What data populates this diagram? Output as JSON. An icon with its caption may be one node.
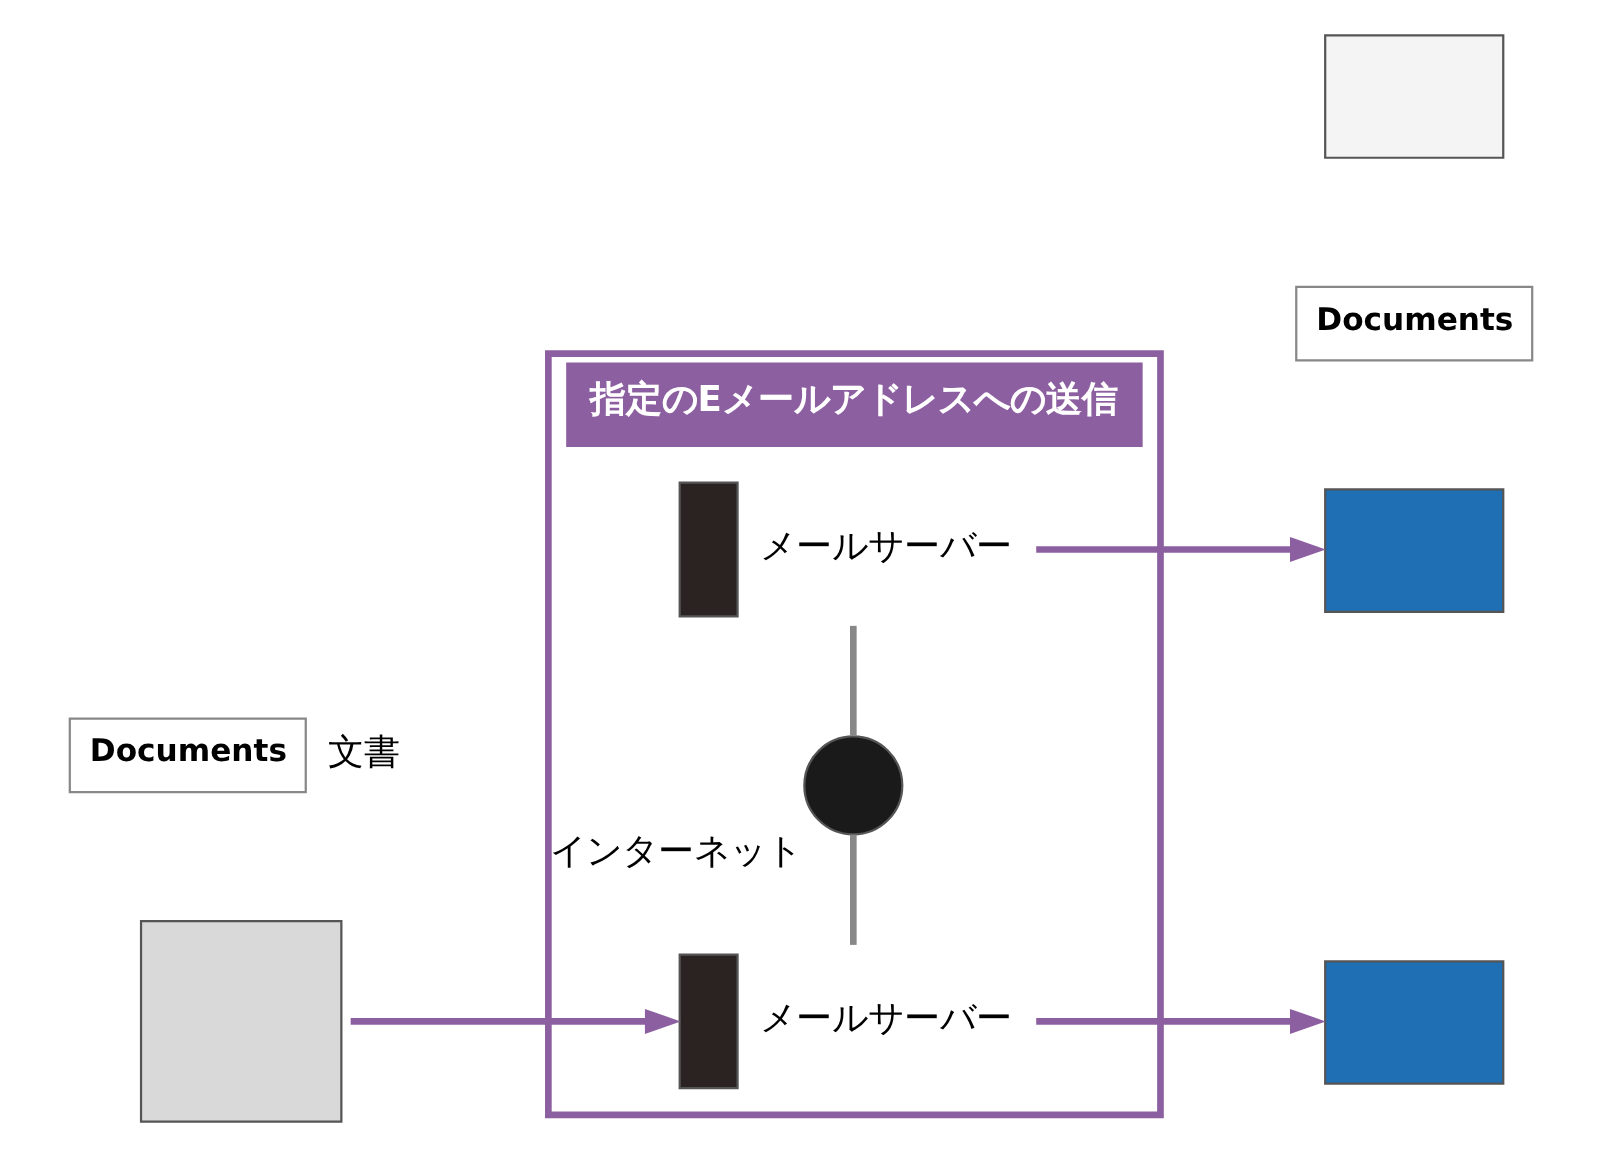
{
  "diagram": {
    "nodes": [
      {
        "text": [],
        "shape": "box"
      },
      {
        "text": [
          "Documents"
        ],
        "beside": [
          "文書"
        ]
      },
      {
        "text": [
          "指定のEメールアドレスへの送信"
        ]
      },
      {
        "text": [],
        "shape": "box",
        "in": 2,
        "beside": [
          "メールサーバー"
        ]
      },
      {
        "text": [],
        "shape": "circle",
        "in": 2,
        "beside": [
          "インターネット"
        ]
      },
      {
        "text": [],
        "shape": "box",
        "in": 2,
        "beside": [
          "メールサーバー"
        ]
      },
      {
        "text": [],
        "shape": "box"
      },
      {
        "text": [
          "Documents"
        ]
      },
      {
        "text": [],
        "shape": "box"
      },
      {
        "text": [],
        "shape": "box"
      }
    ],
    "edges": [
      {
        "from": 0,
        "to": 3,
        "arrow": "to"
      },
      {
        "from": 3,
        "to": 6,
        "arrow": "to"
      },
      {
        "from": 3,
        "to": 4,
        "arrow": "none",
        "color": "#888888"
      },
      {
        "from": 4,
        "to": 5,
        "arrow": "none",
        "color": "#888888"
      },
      {
        "from": 5,
        "to": 8,
        "arrow": "to"
      }
    ]
  }
}
